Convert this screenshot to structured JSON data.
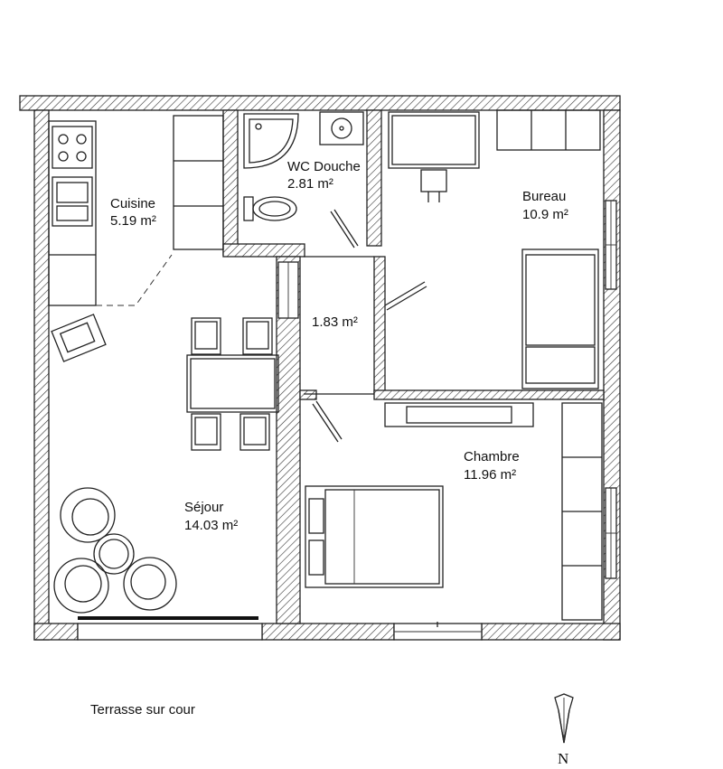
{
  "rooms": {
    "cuisine": {
      "name": "Cuisine",
      "area": "5.19 m²"
    },
    "wc_douche": {
      "name": "WC Douche",
      "area": "2.81 m²"
    },
    "bureau": {
      "name": "Bureau",
      "area": "10.9 m²"
    },
    "degagement": {
      "area": "1.83 m²"
    },
    "chambre": {
      "name": "Chambre",
      "area": "11.96 m²"
    },
    "sejour": {
      "name": "Séjour",
      "area": "14.03 m²"
    }
  },
  "terrace_label": "Terrasse sur cour",
  "north_letter": "N",
  "colors": {
    "line": "#222222",
    "background": "#ffffff"
  }
}
